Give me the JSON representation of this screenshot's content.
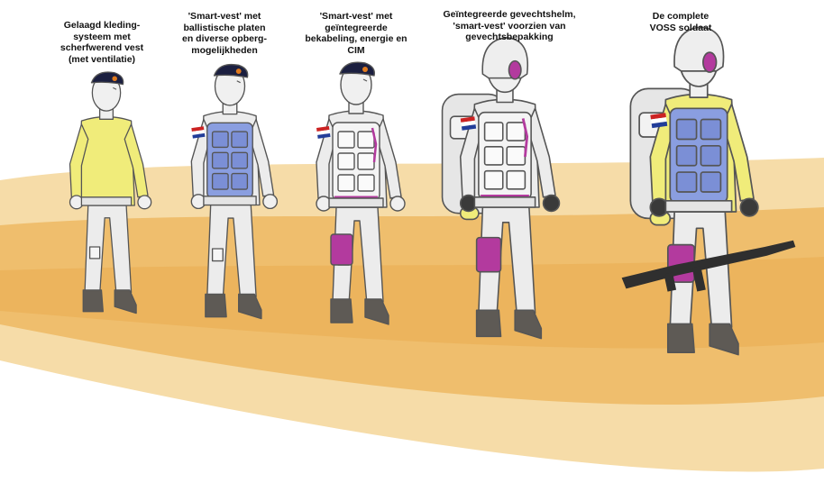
{
  "captions": [
    "Gelaagd kleding-\nsysteem met\nscherfwerend vest\n(met ventilatie)",
    "'Smart-vest' met\nballistische platen\nen diverse opberg-\nmogelijkheden",
    "'Smart-vest' met\ngeïntegreerde\nbekabeling, energie en\nCIM",
    "Geïntegreerde gevechtshelm,\n'smart-vest' voorzien van\ngevechtsbepakking",
    "De complete\nVOSS soldaat"
  ],
  "figures": [
    {
      "name": "figure-1-layered-clothing",
      "headgear": "beret",
      "torso": "yellow-shirt",
      "vest": "none",
      "backpack": false,
      "weapon": false
    },
    {
      "name": "figure-2-smart-vest",
      "headgear": "beret",
      "torso": "white",
      "vest": "blue-ballistic",
      "backpack": false,
      "weapon": false
    },
    {
      "name": "figure-3-integrated-cabling",
      "headgear": "beret",
      "torso": "white",
      "vest": "white-magenta",
      "backpack": false,
      "weapon": false
    },
    {
      "name": "figure-4-combat-helmet",
      "headgear": "helmet",
      "torso": "white",
      "vest": "white-magenta",
      "backpack": true,
      "weapon": false
    },
    {
      "name": "figure-5-complete-voss",
      "headgear": "helmet",
      "torso": "yellow-shirt",
      "vest": "blue-ballistic",
      "backpack": true,
      "weapon": true
    }
  ],
  "colors": {
    "sand": "#ecb45a",
    "sand_light": "#f6dca8",
    "suit": "#ececec",
    "outline": "#555555",
    "shirt": "#f0ec7a",
    "vest_blue": "#8a9ee0",
    "magenta": "#b33a9e",
    "beret": "#1b1f40",
    "boot": "#5e5a55",
    "skin": "#f0f0f0",
    "weapon": "#2f2f2f",
    "flag_red": "#cc2222",
    "flag_blue": "#223d99"
  }
}
